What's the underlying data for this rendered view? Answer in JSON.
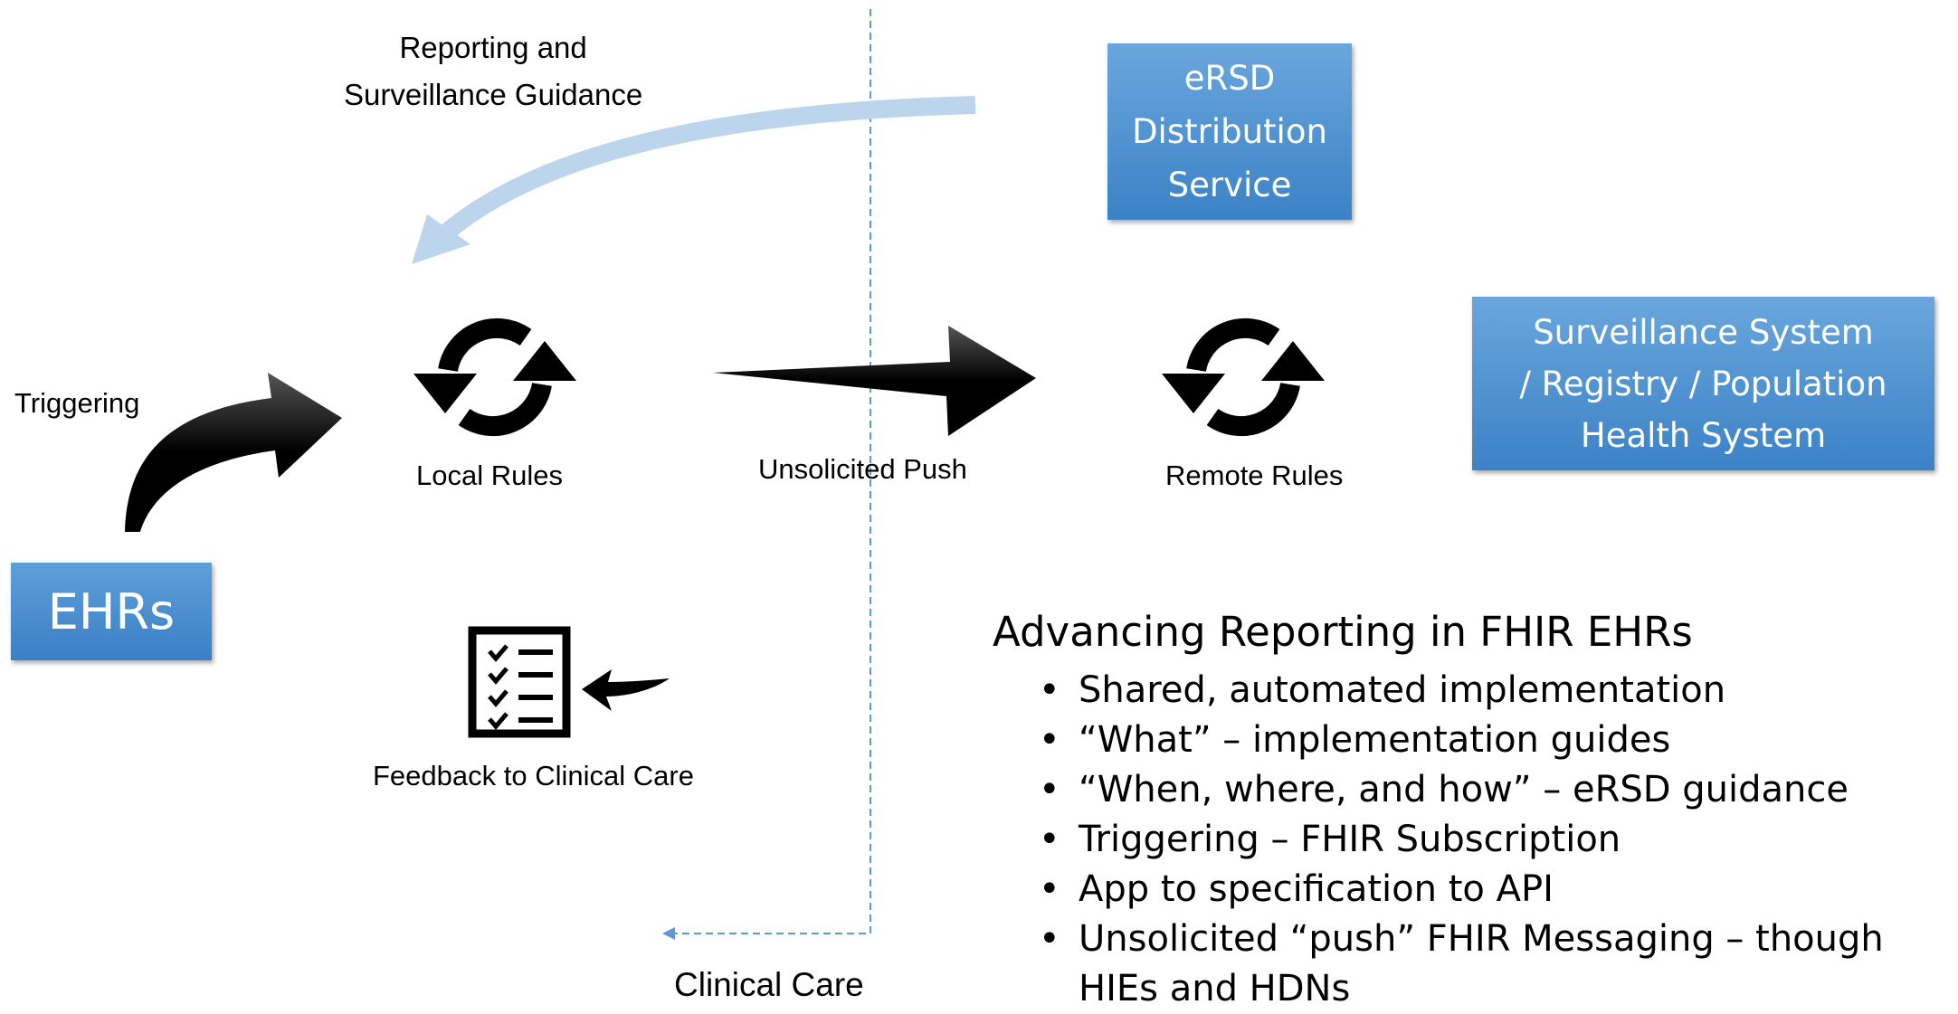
{
  "labels": {
    "reporting_guidance": [
      "Reporting and",
      "Surveillance Guidance"
    ],
    "triggering": "Triggering",
    "local_rules": "Local Rules",
    "unsolicited_push": "Unsolicited Push",
    "remote_rules": "Remote Rules",
    "feedback": "Feedback to Clinical Care",
    "clinical_care": "Clinical Care"
  },
  "boxes": {
    "ersd": [
      "eRSD",
      "Distribution",
      "Service"
    ],
    "surveillance": [
      "Surveillance System",
      "/ Registry / Population",
      "Health System"
    ],
    "ehrs": "EHRs"
  },
  "summary": {
    "title": "Advancing Reporting in FHIR EHRs",
    "bullets": [
      "Shared, automated implementation",
      "“What” – implementation guides",
      "“When, where, and how” – eRSD guidance",
      "Triggering – FHIR Subscription",
      "App to specification to API",
      "Unsolicited “push” FHIR Messaging – though",
      "HIEs and HDNs"
    ]
  },
  "colors": {
    "box_light": "#6aa6dd",
    "box_dark": "#3b82c6",
    "guidance_arrow": "#bcd5ec",
    "divider": "#5b9bd5"
  },
  "icons": [
    "sync-icon",
    "checklist-icon",
    "curved-arrow-icon",
    "push-arrow-icon"
  ]
}
